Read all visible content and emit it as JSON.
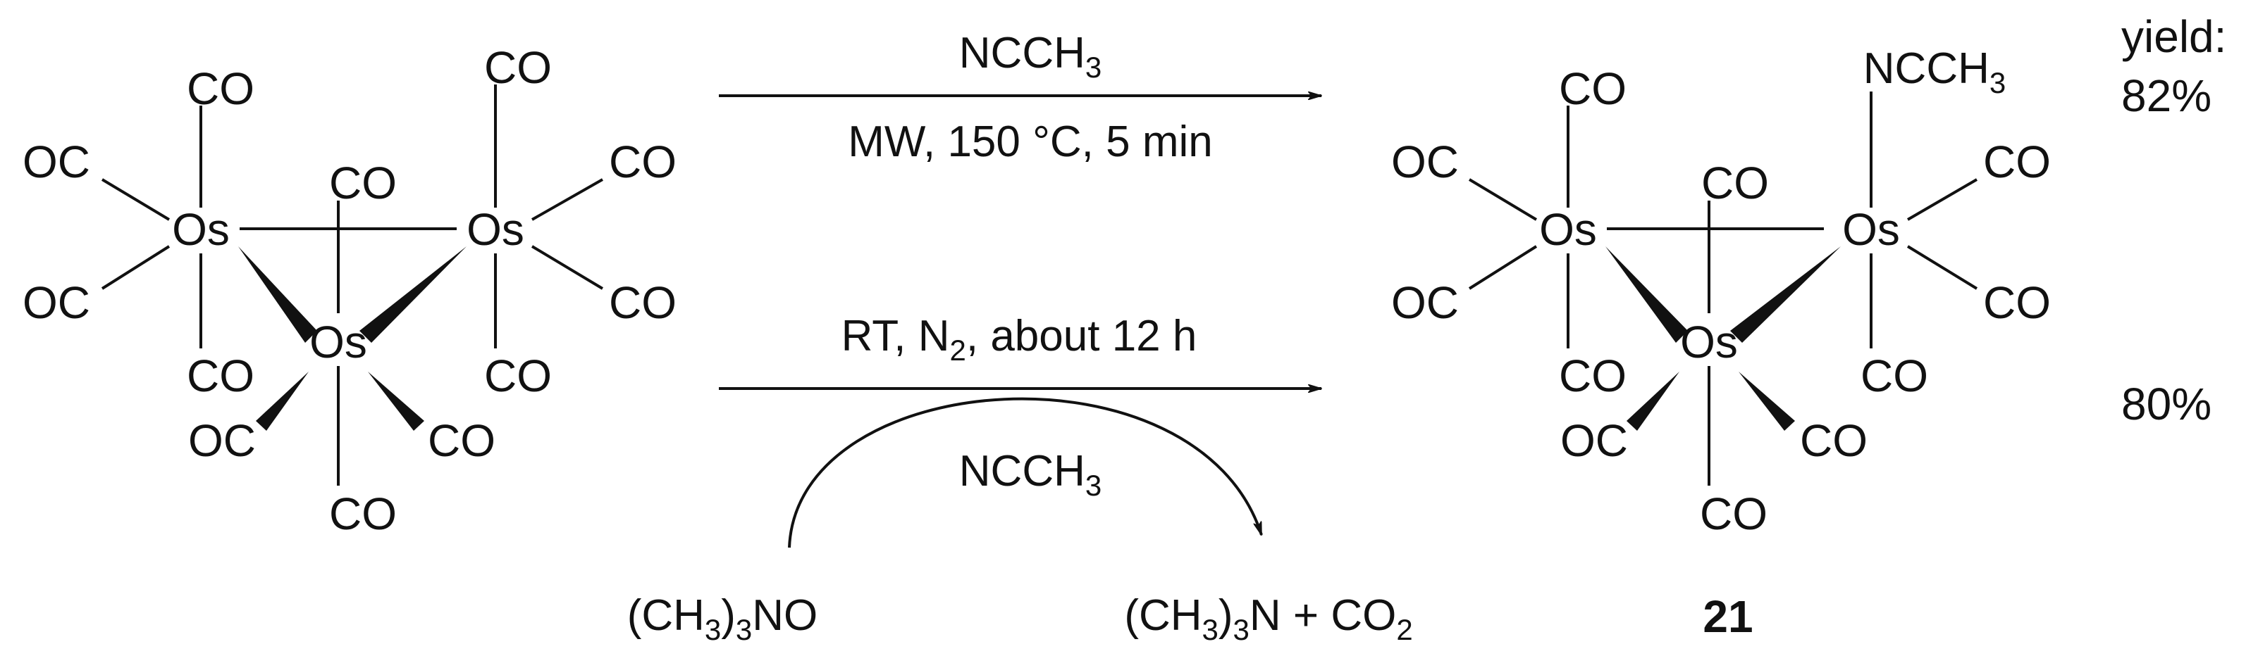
{
  "reactant": {
    "metal": "Os",
    "carbonyl": "CO",
    "carbonyl_left": "OC"
  },
  "product": {
    "metal": "Os",
    "carbonyl": "CO",
    "carbonyl_left": "OC",
    "ligand": "NCCH",
    "ligand_sub": "3",
    "label": "21"
  },
  "conditions": {
    "top_reagent": "NCCH",
    "top_reagent_sub": "3",
    "top_conditions": "MW, 150 °C, 5 min",
    "bottom_conditions_a": "RT, N",
    "bottom_conditions_sub": "2",
    "bottom_conditions_b": ", about 12 h",
    "bottom_reagent": "NCCH",
    "bottom_reagent_sub": "3",
    "oxidant_a": "(CH",
    "oxidant_sub": "3",
    "oxidant_sub2": "3",
    "oxidant_b": "NO",
    "byproduct_a": "(CH",
    "byproduct_sub": "3",
    "byproduct_sub2": "3",
    "byproduct_b": "N + CO",
    "byproduct_sub3": "2"
  },
  "yields": {
    "label": "yield:",
    "top": "82%",
    "bottom": "80%"
  }
}
